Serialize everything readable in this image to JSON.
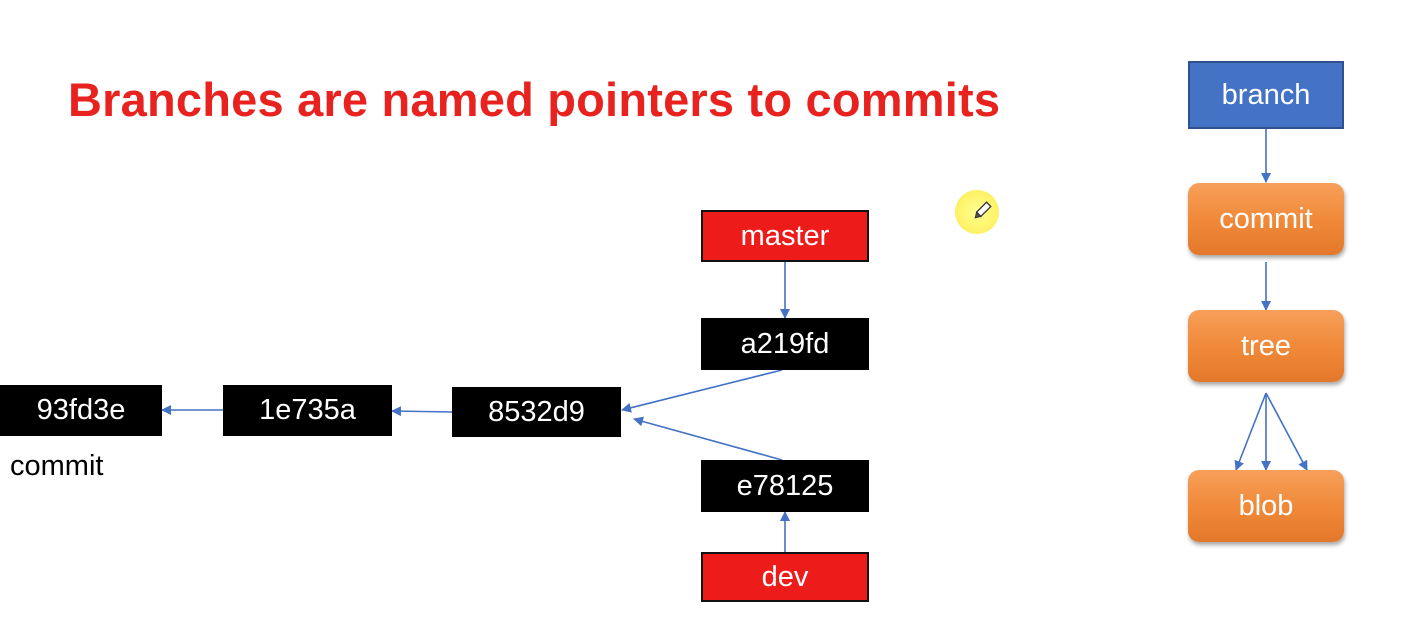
{
  "title": "Branches are named pointers to commits",
  "git_graph": {
    "commits": [
      {
        "id": "c1",
        "hash": "93fd3e"
      },
      {
        "id": "c2",
        "hash": "1e735a"
      },
      {
        "id": "c3",
        "hash": "8532d9"
      },
      {
        "id": "c4",
        "hash": "a219fd"
      },
      {
        "id": "c5",
        "hash": "e78125"
      }
    ],
    "branches": [
      {
        "name": "master",
        "points_to": "a219fd"
      },
      {
        "name": "dev",
        "points_to": "e78125"
      }
    ],
    "commit_caption": "commit"
  },
  "object_model": {
    "branch": "branch",
    "commit": "commit",
    "tree": "tree",
    "blob": "blob"
  },
  "colors": {
    "title": "#e8231f",
    "branch_ref": "#ee1b1b",
    "commit_node": "#000000",
    "branch_model": "#4472c4",
    "object_model": "#f08a3a",
    "arrow": "#4472c4"
  }
}
